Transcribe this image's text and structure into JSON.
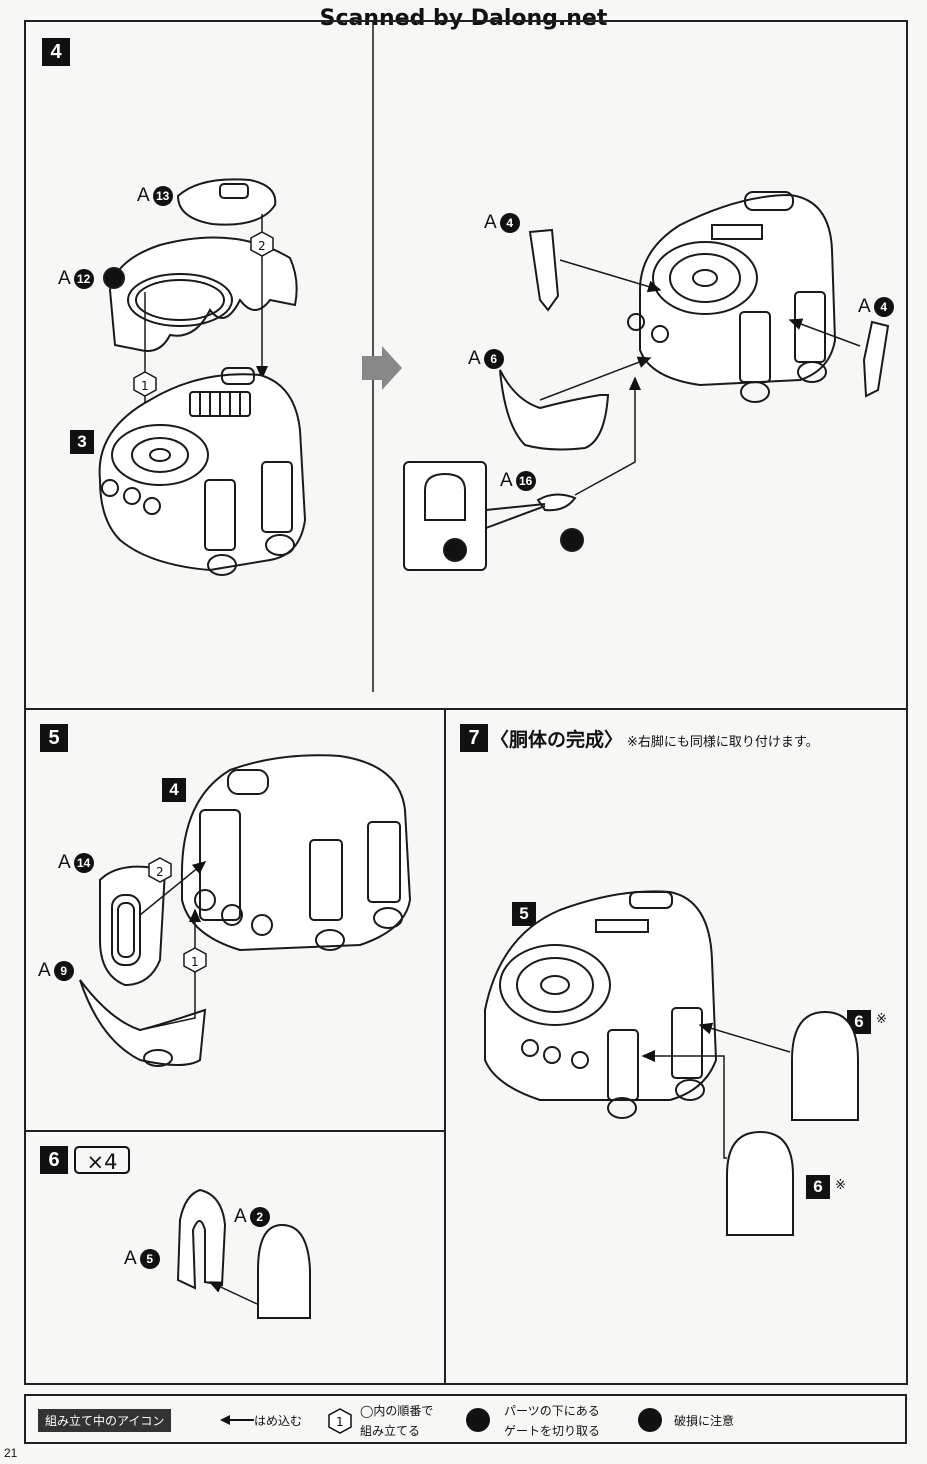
{
  "watermark": "Scanned by Dalong.net",
  "page_number": "21",
  "steps": {
    "s4": {
      "number": "4",
      "sub_num": "3",
      "parts": [
        {
          "letter": "A",
          "num": "13"
        },
        {
          "letter": "A",
          "num": "12"
        },
        {
          "letter": "A",
          "num": "4"
        },
        {
          "letter": "A",
          "num": "6"
        },
        {
          "letter": "A",
          "num": "16"
        },
        {
          "letter": "A",
          "num": "4"
        }
      ],
      "order": [
        "1",
        "2"
      ]
    },
    "s5": {
      "number": "5",
      "sub_num": "4",
      "parts": [
        {
          "letter": "A",
          "num": "14"
        },
        {
          "letter": "A",
          "num": "9"
        }
      ],
      "order": [
        "1",
        "2"
      ]
    },
    "s6": {
      "number": "6",
      "multiplier": "×4",
      "parts": [
        {
          "letter": "A",
          "num": "2"
        },
        {
          "letter": "A",
          "num": "5"
        }
      ]
    },
    "s7": {
      "number": "7",
      "title": "〈胴体の完成〉",
      "note": "※右脚にも同様に取り付けます。",
      "sub_num": "5",
      "refs": [
        {
          "num": "6",
          "mark": "※"
        },
        {
          "num": "6",
          "mark": "※"
        }
      ]
    }
  },
  "legend": {
    "label": "組み立て中のアイコン",
    "items": [
      {
        "icon": "arrow-icon",
        "text": "はめ込む"
      },
      {
        "icon": "order-circle-icon",
        "symbol": "1",
        "text_lines": [
          "◯内の順番で",
          "組み立てる"
        ]
      },
      {
        "icon": "gate-cut-icon",
        "text_lines": [
          "パーツの下にある",
          "ゲートを切り取る"
        ]
      },
      {
        "icon": "breakage-warning-icon",
        "text": "破損に注意"
      }
    ]
  }
}
